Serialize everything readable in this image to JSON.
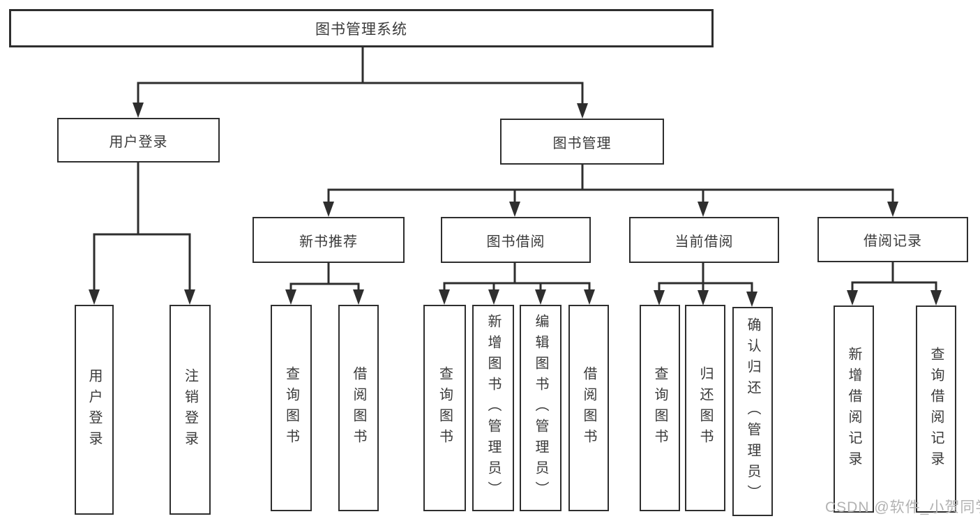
{
  "title": "图书管理系统",
  "watermark": "CSDN @软件_小贺同学",
  "colors": {
    "line": "#2e2e2e",
    "border": "#2e2e2e",
    "text": "#3a3a3a",
    "box_background": "#ffffff",
    "watermark": "#b2b2b2"
  },
  "nodes": {
    "root": {
      "label": "图书管理系统"
    },
    "user_login": {
      "label": "用户登录"
    },
    "book_management": {
      "label": "图书管理"
    },
    "new_book_recommendation": {
      "label": "新书推荐"
    },
    "book_borrowing": {
      "label": "图书借阅"
    },
    "current_borrowing": {
      "label": "当前借阅"
    },
    "borrowing_records": {
      "label": "借阅记录"
    },
    "ul_user_login": {
      "label": "用户登录"
    },
    "ul_logout": {
      "label": "注销登录"
    },
    "nb_query_books": {
      "label": "查询图书"
    },
    "nb_borrow_books": {
      "label": "借阅图书"
    },
    "bb_query_books": {
      "label": "查询图书"
    },
    "bb_add_books": {
      "label": "新增图书（管理员）"
    },
    "bb_edit_books": {
      "label": "编辑图书（管理员）"
    },
    "bb_borrow_books": {
      "label": "借阅图书"
    },
    "cb_query_books": {
      "label": "查询图书"
    },
    "cb_return_books": {
      "label": "归还图书"
    },
    "cb_confirm_return": {
      "label": "确认归还（管理员）"
    },
    "br_add_record": {
      "label": "新增借阅记录"
    },
    "br_query_record": {
      "label": "查询借阅记录"
    }
  },
  "hierarchy": {
    "root": [
      "user_login",
      "book_management"
    ],
    "user_login": [
      "ul_user_login",
      "ul_logout"
    ],
    "book_management": [
      "new_book_recommendation",
      "book_borrowing",
      "current_borrowing",
      "borrowing_records"
    ],
    "new_book_recommendation": [
      "nb_query_books",
      "nb_borrow_books"
    ],
    "book_borrowing": [
      "bb_query_books",
      "bb_add_books",
      "bb_edit_books",
      "bb_borrow_books"
    ],
    "current_borrowing": [
      "cb_query_books",
      "cb_return_books",
      "cb_confirm_return"
    ],
    "borrowing_records": [
      "br_add_record",
      "br_query_record"
    ]
  }
}
